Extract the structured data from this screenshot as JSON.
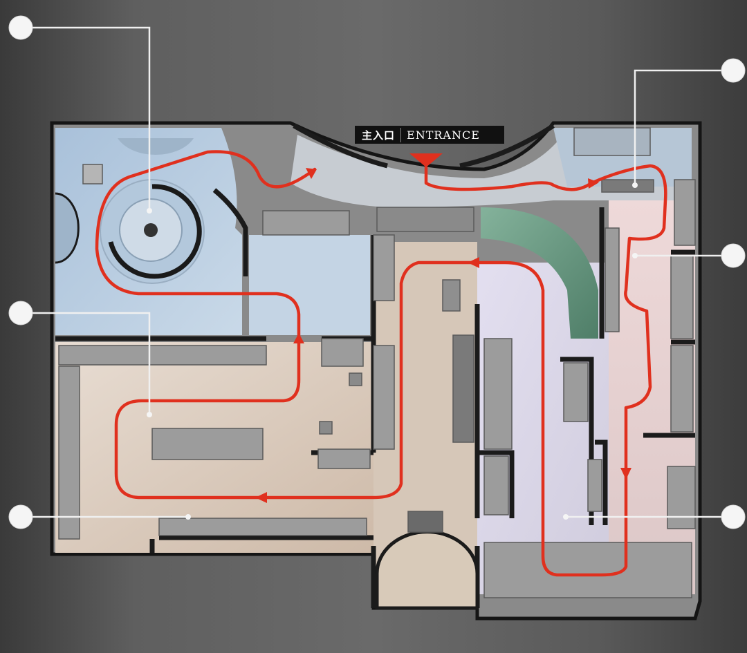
{
  "entrance": {
    "label_zh": "主入口",
    "label_en": "ENTRANCE"
  },
  "colors": {
    "route": "#e0301e",
    "entrance_marker": "#e0301e",
    "callout": "#f0f0f0",
    "zone_blue": "#b9cfe3",
    "zone_beige": "#d9c8b8",
    "zone_lavender": "#d8d4e4",
    "zone_pink": "#e9d3d3",
    "zone_green": "#6f9d86",
    "wall": "#1b1b1b"
  },
  "callouts": [
    {
      "id": "callout-top-left-rotunda",
      "label": ""
    },
    {
      "id": "callout-top-right",
      "label": ""
    },
    {
      "id": "callout-right-upper",
      "label": ""
    },
    {
      "id": "callout-left-middle",
      "label": ""
    },
    {
      "id": "callout-left-lower",
      "label": ""
    },
    {
      "id": "callout-right-lower",
      "label": ""
    }
  ],
  "route": {
    "direction_icons": [
      "arrow-up-right-icon",
      "arrow-right-icon",
      "arrow-left-icon",
      "arrow-up-icon",
      "arrow-left-icon",
      "arrow-down-icon"
    ]
  }
}
